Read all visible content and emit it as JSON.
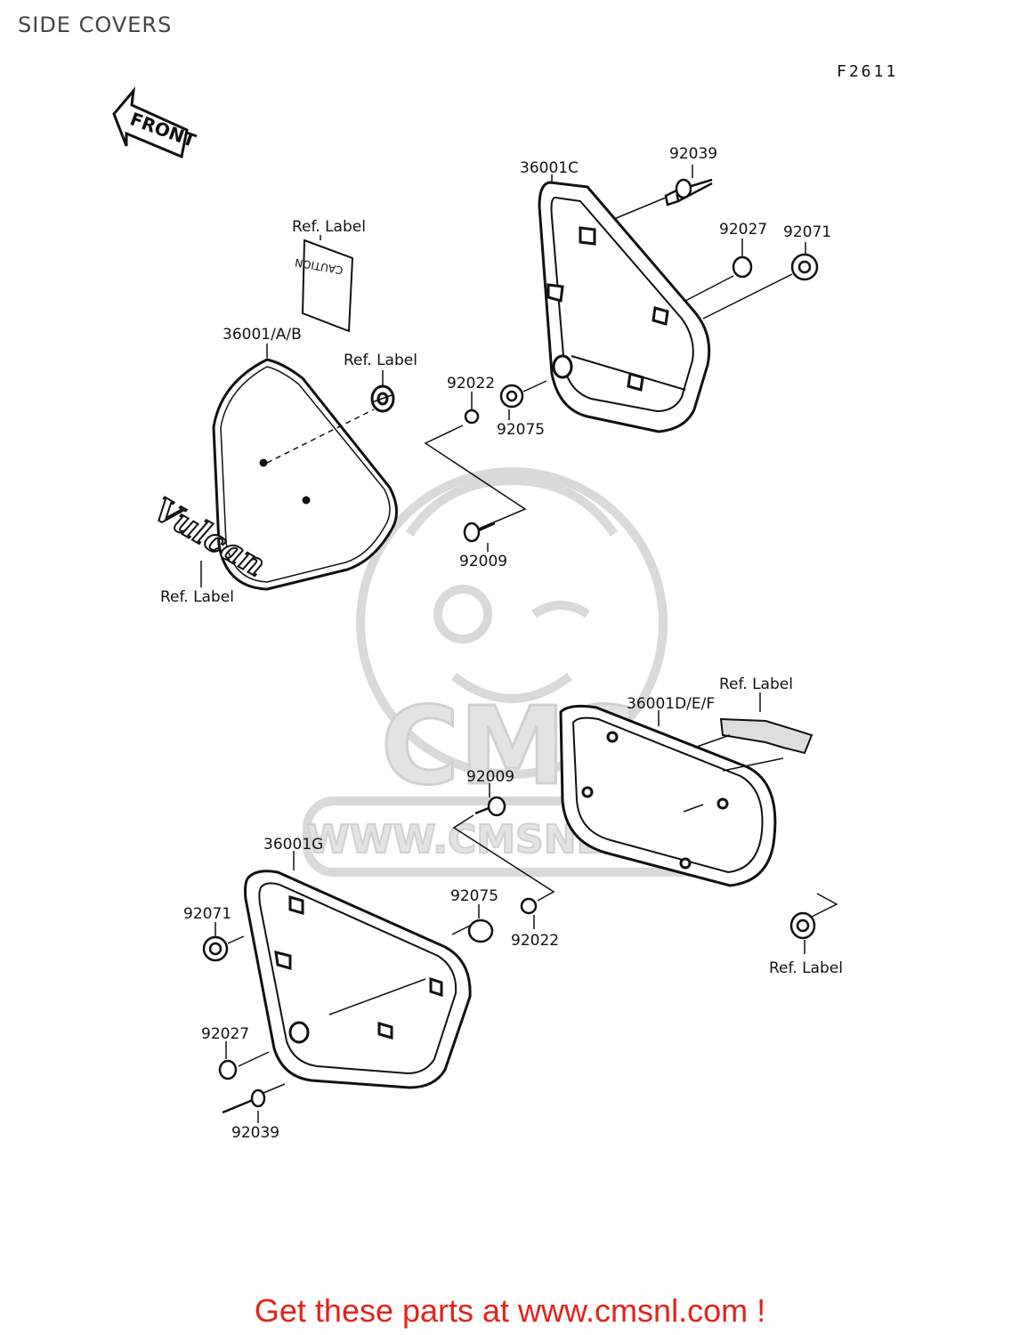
{
  "header": {
    "title": "SIDE COVERS",
    "figure_code": "F2611"
  },
  "front_arrow": {
    "text": "FRONT"
  },
  "decals": {
    "caution": "CAUTION",
    "vulcan": "Vulcan"
  },
  "watermark": {
    "logo": "CMS",
    "url": "WWW.CMSNL.COM"
  },
  "labels": {
    "p36001C": "36001C",
    "p92039_top": "92039",
    "p92027_top": "92027",
    "p92071_top": "92071",
    "ref_label_caution": "Ref. Label",
    "p36001AB": "36001/A/B",
    "ref_label_grommet": "Ref. Label",
    "p92022_top": "92022",
    "p92075_top": "92075",
    "p92009_top": "92009",
    "ref_label_vulcan": "Ref. Label",
    "ref_label_emblem": "Ref. Label",
    "p36001DEF": "36001D/E/F",
    "p92009_mid": "92009",
    "p36001G": "36001G",
    "p92075_bot": "92075",
    "p92071_bot": "92071",
    "p92022_bot": "92022",
    "ref_label_bottom": "Ref. Label",
    "p92027_bot": "92027",
    "p92039_bot": "92039"
  },
  "footer": {
    "text": "Get these parts at www.cmsnl.com !"
  },
  "colors": {
    "footer": "#e2231a",
    "watermark": "#d9d9d9"
  }
}
